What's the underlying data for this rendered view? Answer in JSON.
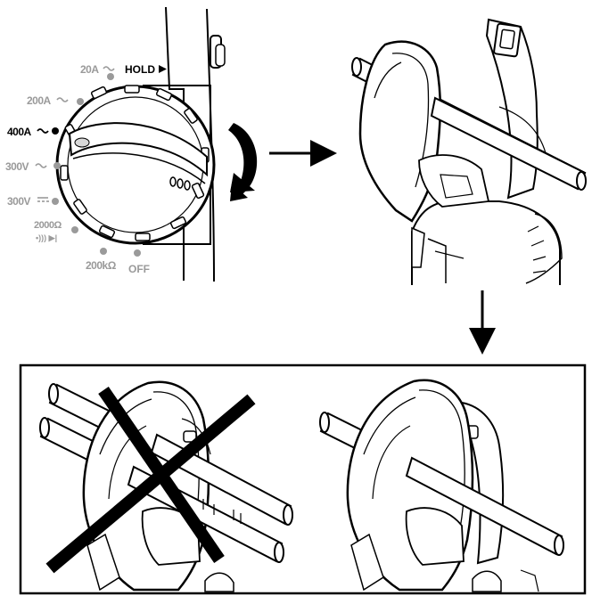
{
  "dial": {
    "labels": {
      "a20": "20A",
      "hold": "HOLD",
      "a200": "200A",
      "a400": "400A",
      "v300ac": "300V",
      "v300dc": "300V",
      "r2000": "2000Ω",
      "cont_symbol": "•))) ▶|",
      "r200k": "200kΩ",
      "off": "OFF"
    },
    "selected_setting": "400A"
  },
  "colors": {
    "ink": "#000000",
    "gray_text": "#9a9a9a",
    "paper": "#ffffff"
  },
  "icons": [
    "rotate-arrow-icon",
    "right-arrow-icon",
    "down-arrow-icon",
    "x-mark-icon"
  ]
}
